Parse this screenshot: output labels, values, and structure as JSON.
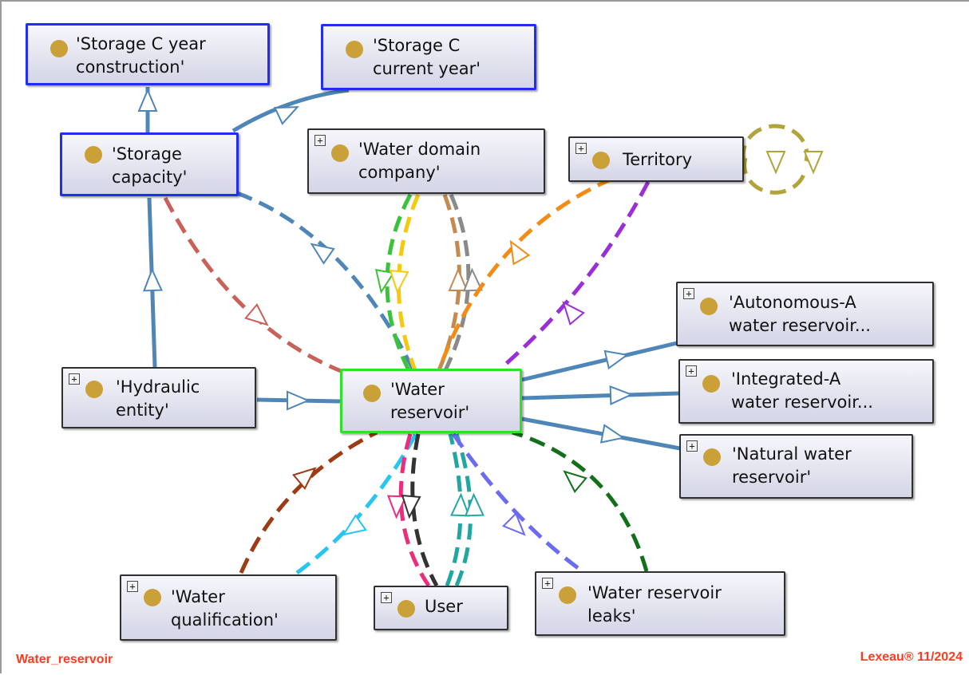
{
  "diagram": {
    "nodes": [
      {
        "id": "storage-c-year-construction",
        "label": "'Storage C year\nconstruction'",
        "expandable": false,
        "highlight": "blue"
      },
      {
        "id": "storage-c-current-year",
        "label": "'Storage C\ncurrent year'",
        "expandable": false,
        "highlight": "blue"
      },
      {
        "id": "storage-capacity",
        "label": "'Storage\ncapacity'",
        "expandable": false,
        "highlight": "blue"
      },
      {
        "id": "water-domain-company",
        "label": "'Water domain\ncompany'",
        "expandable": true,
        "highlight": "none"
      },
      {
        "id": "territory",
        "label": "Territory",
        "expandable": true,
        "highlight": "none"
      },
      {
        "id": "autonomous-a",
        "label": "'Autonomous-A\nwater reservoir...",
        "expandable": true,
        "highlight": "none"
      },
      {
        "id": "hydraulic-entity",
        "label": "'Hydraulic\nentity'",
        "expandable": true,
        "highlight": "none"
      },
      {
        "id": "water-reservoir",
        "label": "'Water\nreservoir'",
        "expandable": false,
        "highlight": "green"
      },
      {
        "id": "integrated-a",
        "label": "'Integrated-A\nwater reservoir...",
        "expandable": true,
        "highlight": "none"
      },
      {
        "id": "natural-water-reservoir",
        "label": "'Natural water\nreservoir'",
        "expandable": true,
        "highlight": "none"
      },
      {
        "id": "water-qualification",
        "label": "'Water\nqualification'",
        "expandable": true,
        "highlight": "none"
      },
      {
        "id": "user",
        "label": "User",
        "expandable": true,
        "highlight": "none"
      },
      {
        "id": "water-reservoir-leaks",
        "label": "'Water reservoir\nleaks'",
        "expandable": true,
        "highlight": "none"
      }
    ],
    "edge_colors": {
      "subclass": "#4f86b8",
      "red": "#c9605a",
      "blue_dashed": "#4f86b8",
      "green": "#3cc23a",
      "yellow": "#f5c90f",
      "tan": "#c48a4f",
      "gray": "#8a8a8a",
      "orange": "#f28c16",
      "purple": "#9a2fd6",
      "olive": "#b0a43a",
      "brown": "#9c3b14",
      "cyan": "#27c6f0",
      "pink": "#ec2c7c",
      "black": "#333333",
      "teal": "#22a7a0",
      "indigo": "#6b6bf2",
      "darkgreen": "#12701a"
    }
  },
  "footer": {
    "left": "Water_reservoir",
    "right": "Lexeau® 11/2024"
  }
}
